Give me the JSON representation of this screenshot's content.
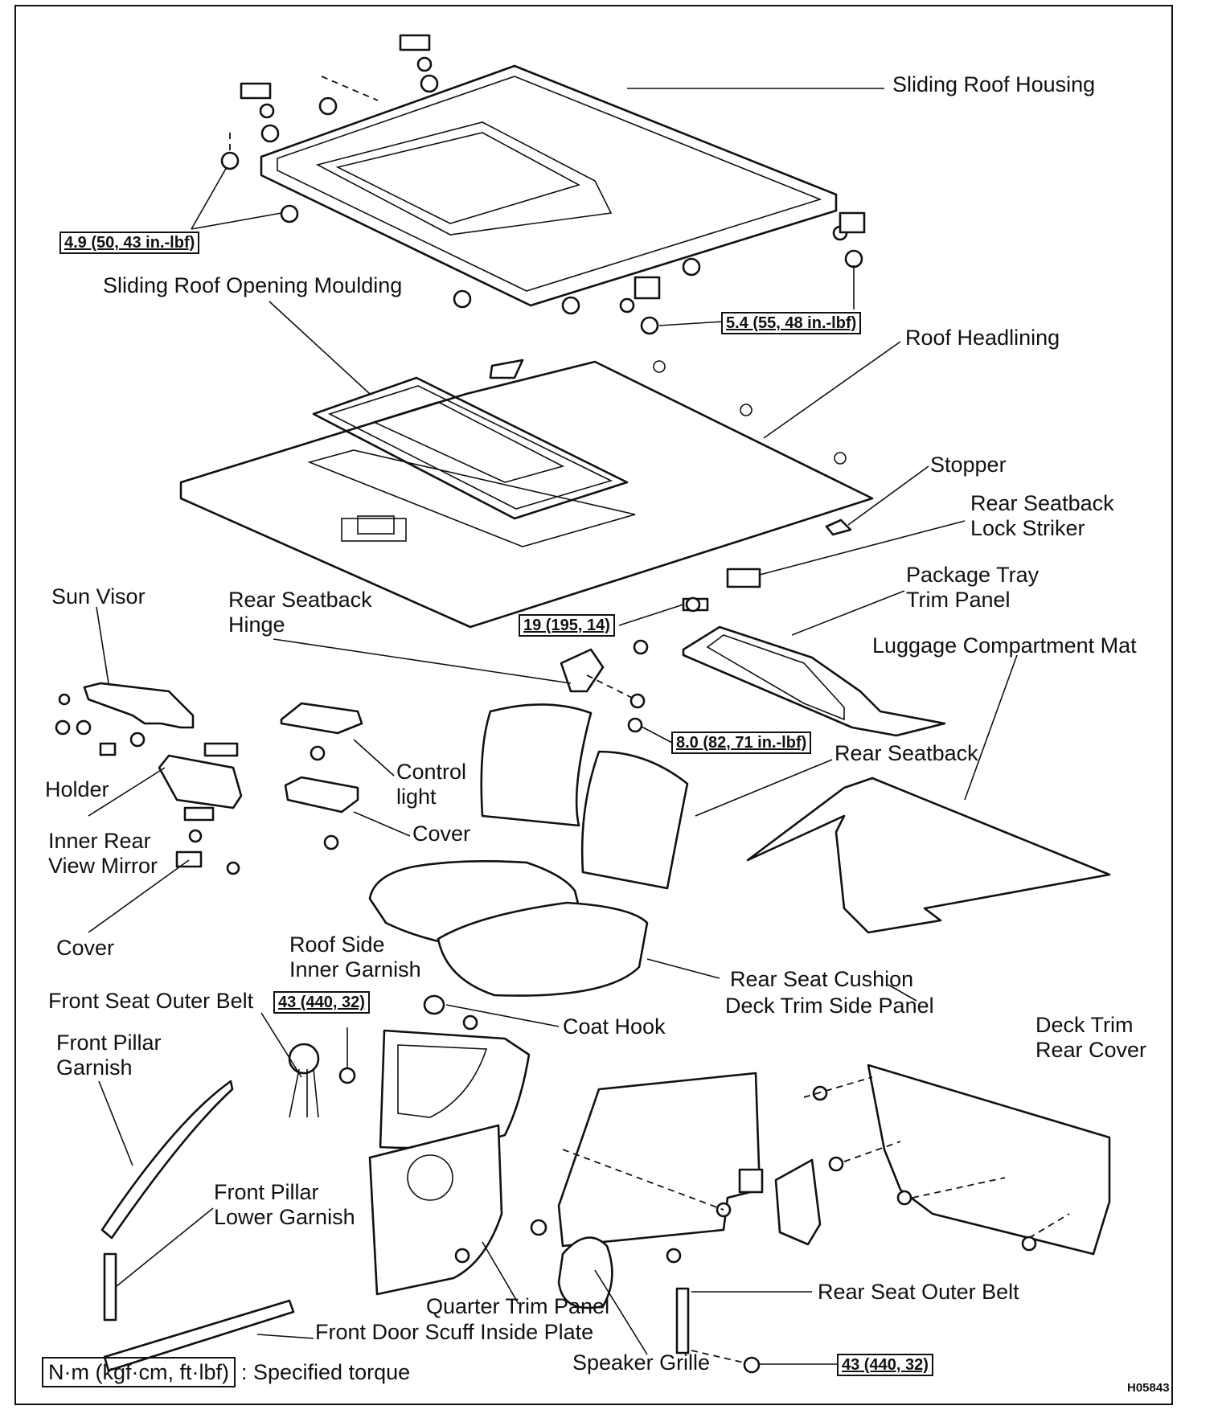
{
  "figure_id": "H05843",
  "labels": {
    "sliding_roof_housing": "Sliding Roof Housing",
    "sliding_roof_opening_moulding": "Sliding Roof Opening Moulding",
    "roof_headlining": "Roof Headlining",
    "stopper": "Stopper",
    "rear_seatback_lock_striker_1": "Rear Seatback",
    "rear_seatback_lock_striker_2": "Lock Striker",
    "package_tray_trim_panel_1": "Package Tray",
    "package_tray_trim_panel_2": "Trim Panel",
    "luggage_compartment_mat": "Luggage Compartment Mat",
    "sun_visor": "Sun Visor",
    "rear_seatback_hinge_1": "Rear Seatback",
    "rear_seatback_hinge_2": "Hinge",
    "rear_seatback": "Rear Seatback",
    "control_light_1": "Control",
    "control_light_2": "light",
    "holder": "Holder",
    "cover_control": "Cover",
    "inner_rear_view_mirror_1": "Inner Rear",
    "inner_rear_view_mirror_2": "View Mirror",
    "cover_mirror": "Cover",
    "roof_side_inner_garnish_1": "Roof Side",
    "roof_side_inner_garnish_2": "Inner Garnish",
    "rear_seat_cushion": "Rear Seat Cushion",
    "deck_trim_side_panel": "Deck Trim Side Panel",
    "front_seat_outer_belt": "Front Seat Outer Belt",
    "coat_hook": "Coat Hook",
    "deck_trim_rear_cover_1": "Deck Trim",
    "deck_trim_rear_cover_2": "Rear Cover",
    "front_pillar_garnish_1": "Front Pillar",
    "front_pillar_garnish_2": "Garnish",
    "front_pillar_lower_garnish_1": "Front Pillar",
    "front_pillar_lower_garnish_2": "Lower Garnish",
    "rear_seat_outer_belt": "Rear Seat Outer Belt",
    "quarter_trim_panel": "Quarter Trim Panel",
    "front_door_scuff_inside_plate": "Front Door Scuff Inside Plate",
    "speaker_grille": "Speaker Grille"
  },
  "torques": {
    "housing_left": "4.9 (50, 43 in.-lbf)",
    "housing_right": "5.4 (55, 48 in.-lbf)",
    "lock_striker": "19 (195, 14)",
    "seatback_hinge": "8.0 (82, 71 in.-lbf)",
    "front_belt": "43 (440, 32)",
    "rear_belt": "43 (440, 32)"
  },
  "legend": {
    "unit": "N·m (kgf·cm, ft·lbf)",
    "text": ": Specified torque"
  }
}
